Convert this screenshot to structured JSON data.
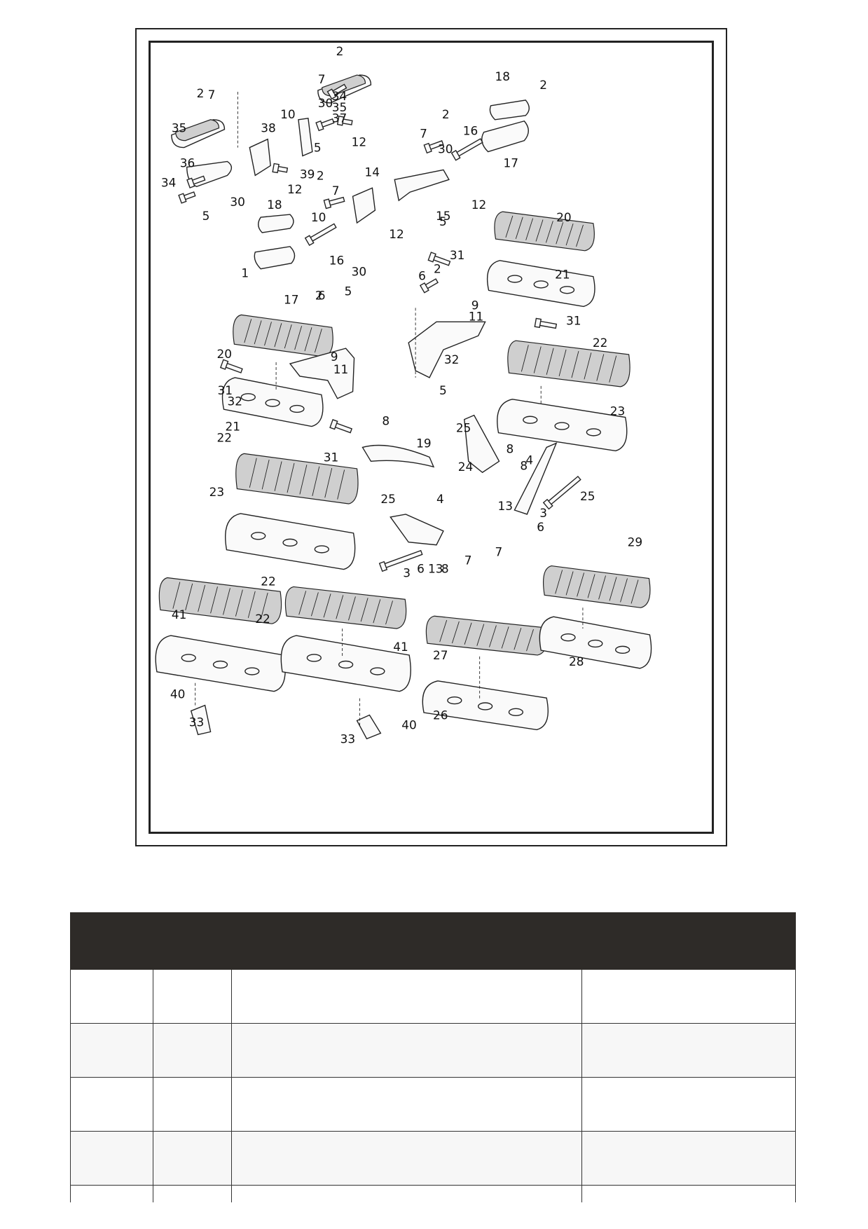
{
  "diagram": {
    "callouts": [
      "1",
      "2",
      "3",
      "4",
      "5",
      "6",
      "7",
      "8",
      "9",
      "10",
      "11",
      "12",
      "13",
      "14",
      "15",
      "16",
      "17",
      "18",
      "19",
      "20",
      "21",
      "22",
      "23",
      "24",
      "25",
      "26",
      "27",
      "28",
      "29",
      "30",
      "31",
      "32",
      "33",
      "34",
      "35",
      "36",
      "37",
      "38",
      "39",
      "40",
      "41"
    ]
  },
  "table": {
    "columns": [
      "",
      "",
      "",
      ""
    ],
    "rows": [
      [
        "",
        "",
        "",
        ""
      ],
      [
        "",
        "",
        "",
        ""
      ],
      [
        "",
        "",
        "",
        ""
      ],
      [
        "",
        "",
        "",
        ""
      ],
      [
        "",
        "",
        "",
        ""
      ]
    ]
  }
}
